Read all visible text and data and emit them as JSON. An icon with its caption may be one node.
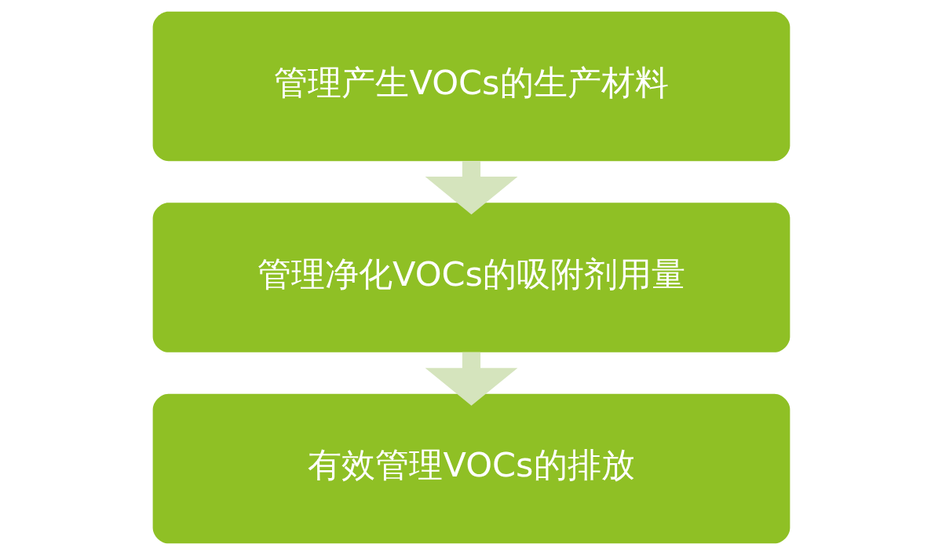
{
  "diagram": {
    "nodes": [
      {
        "text": [
          "管理产生VOCs的生产材料"
        ]
      },
      {
        "text": [
          "管理净化VOCs的吸附剂用量"
        ]
      },
      {
        "text": [
          "有效管理VOCs的排放"
        ]
      }
    ],
    "edges": [
      {
        "from": 0,
        "to": 1,
        "arrow": "to"
      },
      {
        "from": 1,
        "to": 2,
        "arrow": "to"
      }
    ]
  }
}
